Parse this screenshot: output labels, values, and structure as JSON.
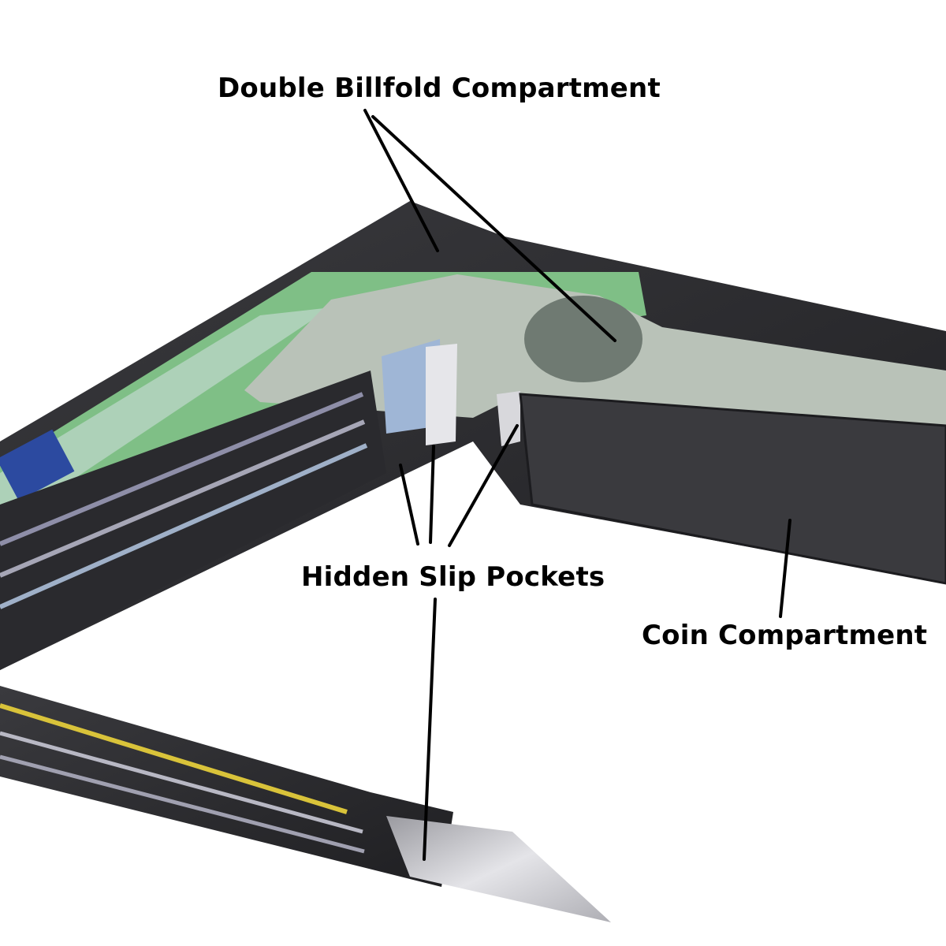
{
  "labels": {
    "billfold": "Double Billfold Compartment",
    "slip": "Hidden Slip Pockets",
    "coin": "Coin Compartment"
  },
  "colors": {
    "background": "#ffffff",
    "leather": "#2a2a2c",
    "leather_light": "#4a4a4e",
    "euro_note": "#7fbf86",
    "dollar_note": "#b9c2b8",
    "card_blue": "#9fb6d6",
    "steel_card": "#c8c8cc",
    "leader_line": "#000000"
  }
}
